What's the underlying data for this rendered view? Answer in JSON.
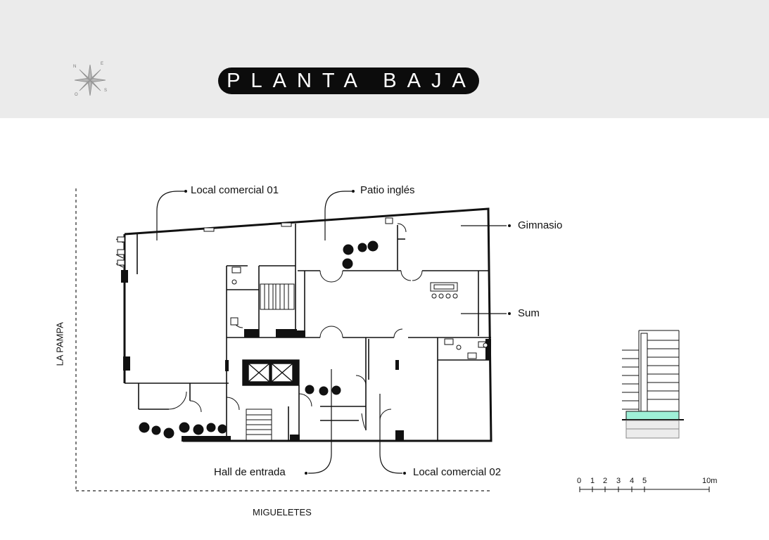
{
  "title": "PLANTA BAJA",
  "compass": {
    "n": "N",
    "e": "E",
    "s": "S",
    "o": "O",
    "icon": "compass-rose-icon"
  },
  "rooms": {
    "local_01": "Local comercial 01",
    "patio": "Patio inglés",
    "gimnasio": "Gimnasio",
    "sum": "Sum",
    "hall": "Hall de entrada",
    "local_02": "Local comercial 02"
  },
  "streets": {
    "left": "LA PAMPA",
    "bottom": "MIGUELETES"
  },
  "scale": {
    "marks": [
      "0",
      "1",
      "2",
      "3",
      "4",
      "5",
      "10m"
    ]
  },
  "colors": {
    "header_bg": "#ebebeb",
    "pill_bg": "#0c0c0c",
    "highlight_floor": "#9ff0d8"
  }
}
